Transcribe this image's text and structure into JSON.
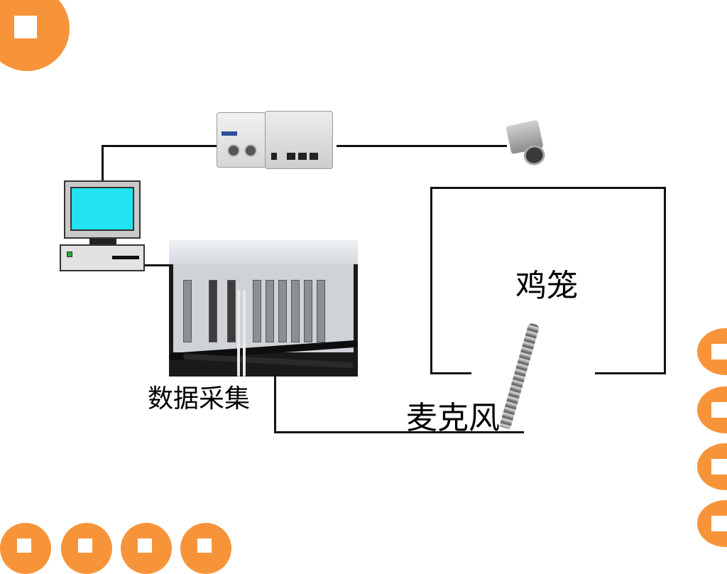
{
  "diagram": {
    "labels": {
      "chicken_coop": "鸡笼",
      "data_acquisition": "数据采集",
      "microphone": "麦克风"
    }
  },
  "theme": {
    "accent": "#f7943a",
    "line": "#111111",
    "screen": "#22e3f0"
  },
  "icons": [
    "computer-icon",
    "video-server-icon",
    "camera-icon",
    "daq-chassis-photo",
    "microphone-icon"
  ]
}
